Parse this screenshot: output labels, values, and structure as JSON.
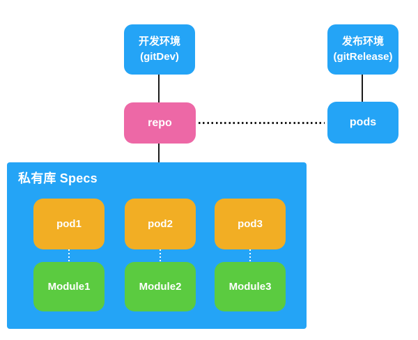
{
  "diagram": {
    "title": "私有库 Specs",
    "nodes": {
      "dev_env": {
        "line1": "开发环境",
        "line2": "(gitDev)"
      },
      "release_env": {
        "line1": "发布环境",
        "line2": "(gitRelease)"
      },
      "repo": {
        "label": "repo"
      },
      "pods": {
        "label": "pods"
      },
      "pods_row": [
        {
          "label": "pod1"
        },
        {
          "label": "pod2"
        },
        {
          "label": "pod3"
        }
      ],
      "modules_row": [
        {
          "label": "Module1"
        },
        {
          "label": "Module2"
        },
        {
          "label": "Module3"
        }
      ]
    },
    "edges": [
      {
        "from": "dev_env",
        "to": "repo",
        "style": "solid"
      },
      {
        "from": "release_env",
        "to": "pods",
        "style": "solid"
      },
      {
        "from": "repo",
        "to": "pods",
        "style": "dotted"
      },
      {
        "from": "repo",
        "to": "specs_container",
        "style": "solid"
      },
      {
        "from": "pod1",
        "to": "Module1",
        "style": "dotted-white"
      },
      {
        "from": "pod2",
        "to": "Module2",
        "style": "dotted-white"
      },
      {
        "from": "pod3",
        "to": "Module3",
        "style": "dotted-white"
      }
    ]
  },
  "colors": {
    "blue": "#24a4f6",
    "pink": "#ed68a6",
    "orange": "#f2ae24",
    "green": "#5bcb40",
    "line": "#1a1a1a",
    "text": "#ffffff",
    "bg": "#ffffff"
  }
}
